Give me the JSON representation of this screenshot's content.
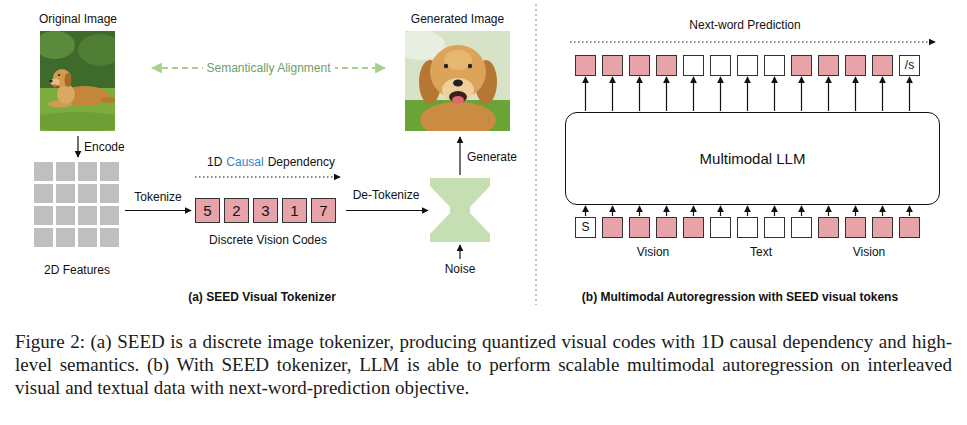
{
  "diagram": {
    "caption": "Figure 2: (a) SEED is a discrete image tokenizer, producing quantized visual codes with 1D causal dependency and high-level semantics. (b) With SEED tokenizer, LLM is able to perform scalable multimodal autoregression on interleaved visual and textual data with next-word-prediction objective.",
    "nodes": [
      {
        "text": [
          "Original Image"
        ]
      },
      {
        "text": [
          "2D Features"
        ]
      },
      {
        "text": [
          "Discrete Vision Codes"
        ]
      },
      {
        "text": [
          "5"
        ],
        "in": 2
      },
      {
        "text": [
          "2"
        ],
        "in": 2
      },
      {
        "text": [
          "3"
        ],
        "in": 2
      },
      {
        "text": [
          "1"
        ],
        "in": 2
      },
      {
        "text": [
          "7"
        ],
        "in": 2
      },
      {
        "text": [
          "Generated Image"
        ]
      },
      {
        "text": [
          "Multimodal LLM"
        ]
      },
      {
        "text": [
          "S"
        ]
      },
      {
        "text": [
          "/s"
        ]
      }
    ],
    "edges": [
      {
        "from": 0,
        "to": 1,
        "arrow": "to",
        "label": "Encode"
      },
      {
        "from": 1,
        "to": 2,
        "arrow": "to",
        "label": "Tokenize"
      },
      {
        "from": 0,
        "to": 8,
        "arrow": "both",
        "label": "Semantically Alignment"
      },
      {
        "from": 10,
        "to": 9,
        "arrow": "to"
      },
      {
        "from": 9,
        "to": 11,
        "arrow": "to"
      }
    ],
    "labels": [
      "1D",
      "Causal",
      "Dependency",
      "De-Tokenize",
      "Generate",
      "Noise",
      "(a) SEED Visual Tokenizer",
      "Next-word Prediction",
      "Vision",
      "Text",
      "Vision",
      "(b) Multimodal Autoregression with SEED visual tokens"
    ]
  }
}
